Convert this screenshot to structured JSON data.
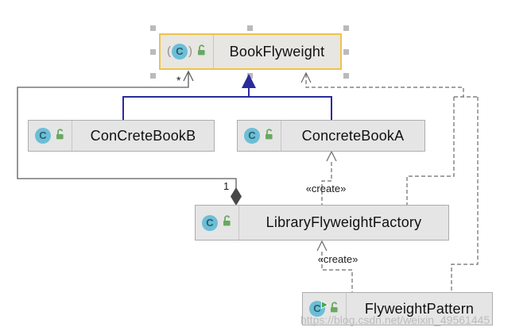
{
  "diagram": {
    "nodes": [
      {
        "label": "BookFlyweight",
        "type": "abstract class",
        "selected": true,
        "icons": [
          "abstract-class-icon",
          "public-lock-icon"
        ]
      },
      {
        "label": "ConCreteBookB",
        "type": "class",
        "icons": [
          "class-icon",
          "public-lock-icon"
        ]
      },
      {
        "label": "ConcreteBookA",
        "type": "class",
        "icons": [
          "class-icon",
          "public-lock-icon"
        ]
      },
      {
        "label": "LibraryFlyweightFactory",
        "type": "class",
        "icons": [
          "class-icon",
          "public-lock-icon"
        ]
      },
      {
        "label": "FlyweightPattern",
        "type": "runnable class",
        "icons": [
          "runnable-class-icon",
          "public-lock-icon"
        ]
      }
    ],
    "edge_labels": {
      "star": "*",
      "one": "1",
      "create_factory_to_bookA": "«create»",
      "create_pattern_to_factory": "«create»"
    },
    "edges": [
      {
        "from": "ConCreteBookB",
        "to": "BookFlyweight",
        "type": "inheritance"
      },
      {
        "from": "ConcreteBookA",
        "to": "BookFlyweight",
        "type": "inheritance"
      },
      {
        "from": "LibraryFlyweightFactory",
        "to": "BookFlyweight",
        "type": "aggregation",
        "source_label": "1",
        "target_label": "*"
      },
      {
        "from": "LibraryFlyweightFactory",
        "to": "ConcreteBookA",
        "type": "dependency",
        "label": "«create»"
      },
      {
        "from": "FlyweightPattern",
        "to": "LibraryFlyweightFactory",
        "type": "dependency",
        "label": "«create»"
      },
      {
        "from": "LibraryFlyweightFactory",
        "to": "BookFlyweight",
        "type": "dependency"
      },
      {
        "from": "FlyweightPattern",
        "to": "BookFlyweight",
        "type": "dependency"
      }
    ]
  },
  "icons": {
    "class_letter": "C",
    "abstract_open": "(",
    "abstract_close": ")"
  },
  "watermark": {
    "text": "https://blog.csdn.net/weixin_49561445"
  },
  "colors": {
    "selection_border": "#EFC24B",
    "inheritance_blue": "#2B2B9E",
    "edge_gray": "#616161",
    "node_fill": "#E5E5E5",
    "node_border": "#ADADAD",
    "class_icon_teal": "#6CBED6",
    "lock_green": "#69A863",
    "diamond_fill": "#484848"
  }
}
